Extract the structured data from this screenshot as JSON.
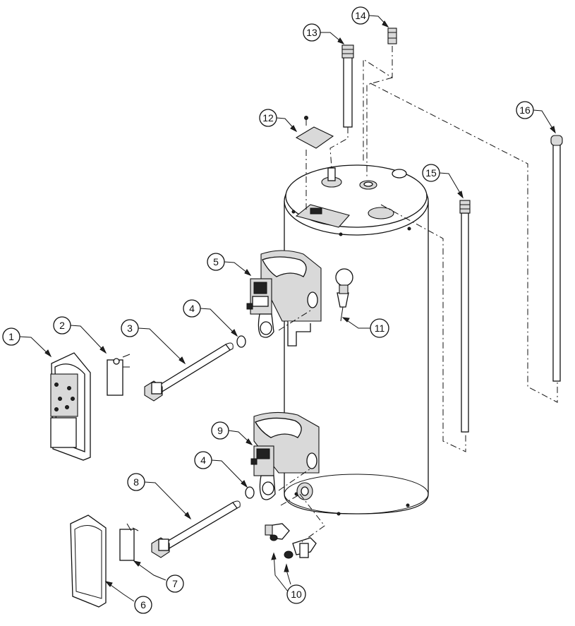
{
  "diagram": {
    "callouts": [
      {
        "id": "c1",
        "label": "1"
      },
      {
        "id": "c2",
        "label": "2"
      },
      {
        "id": "c3",
        "label": "3"
      },
      {
        "id": "c4a",
        "label": "4"
      },
      {
        "id": "c4b",
        "label": "4"
      },
      {
        "id": "c5",
        "label": "5"
      },
      {
        "id": "c6",
        "label": "6"
      },
      {
        "id": "c7",
        "label": "7"
      },
      {
        "id": "c8",
        "label": "8"
      },
      {
        "id": "c9",
        "label": "9"
      },
      {
        "id": "c10",
        "label": "10"
      },
      {
        "id": "c11",
        "label": "11"
      },
      {
        "id": "c12",
        "label": "12"
      },
      {
        "id": "c13",
        "label": "13"
      },
      {
        "id": "c14",
        "label": "14"
      },
      {
        "id": "c15",
        "label": "15"
      },
      {
        "id": "c16",
        "label": "16"
      }
    ]
  }
}
